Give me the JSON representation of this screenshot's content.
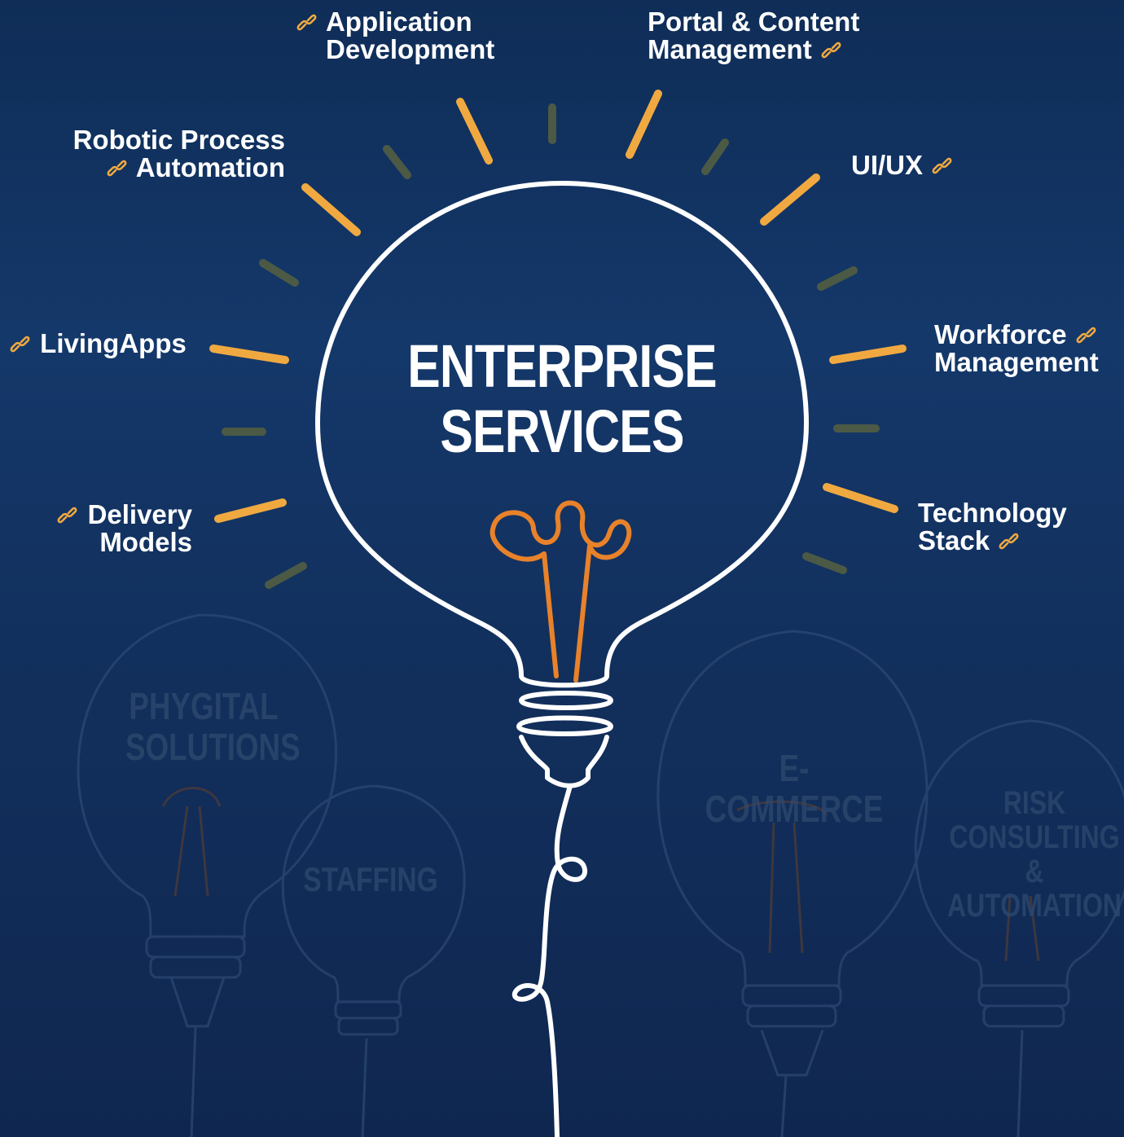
{
  "hero": {
    "line1": "ENTERPRISE",
    "line2": "SERVICES"
  },
  "services": [
    {
      "id": "app-dev",
      "lines": [
        "Application",
        "Development"
      ]
    },
    {
      "id": "portal",
      "lines": [
        "Portal & Content",
        "Management"
      ]
    },
    {
      "id": "rpa",
      "lines": [
        "Robotic Process",
        "Automation"
      ]
    },
    {
      "id": "uiux",
      "lines": [
        "UI/UX"
      ]
    },
    {
      "id": "livingapps",
      "lines": [
        "LivingApps"
      ]
    },
    {
      "id": "workforce",
      "lines": [
        "Workforce",
        "Management"
      ]
    },
    {
      "id": "delivery",
      "lines": [
        "Delivery",
        "Models"
      ]
    },
    {
      "id": "techstack",
      "lines": [
        "Technology",
        "Stack"
      ]
    }
  ],
  "background_bulbs": {
    "phygital": [
      "PHYGITAL",
      "SOLUTIONS"
    ],
    "staffing": [
      "STAFFING"
    ],
    "ecommerce": [
      "E-COMMERCE"
    ],
    "risk": [
      "RISK",
      "CONSULTING",
      "& AUTOMATION"
    ]
  },
  "colors": {
    "background": "#14386a",
    "ray_bright": "#f0a940",
    "ray_dim": "#4c5a45",
    "filament": "#e8822a",
    "outline": "#ffffff",
    "link_icon": "#f0a940",
    "ghost": "#2e4a6f"
  },
  "icons": {
    "link": "link-icon"
  }
}
